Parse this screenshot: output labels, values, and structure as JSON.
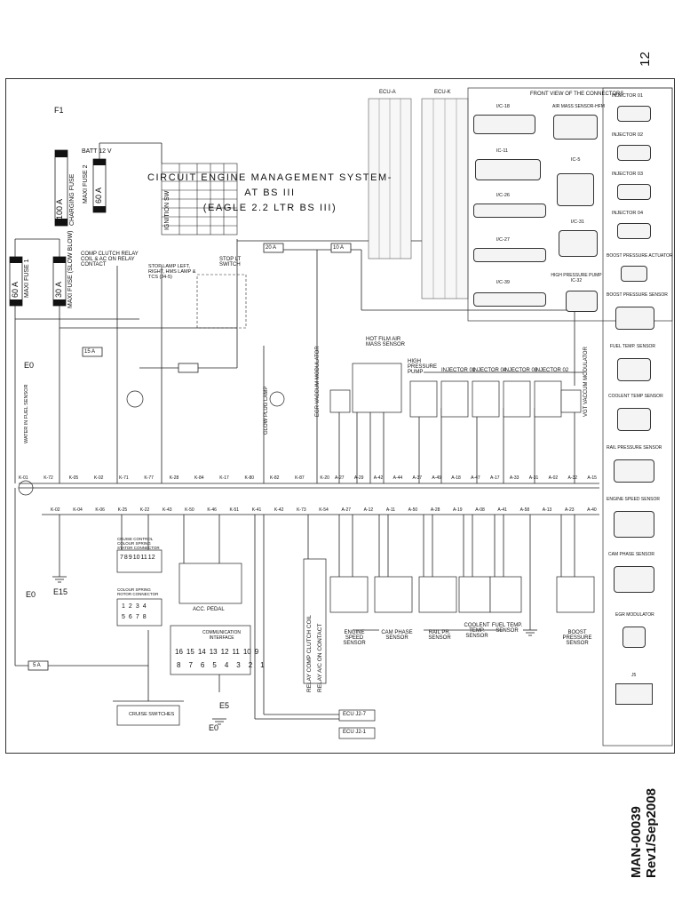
{
  "page": {
    "number": "12",
    "doc_id": "MAN-00039",
    "revision": "Rev1/Sep2008"
  },
  "diagram": {
    "title_line1": "CIRCUIT ENGINE MANAGEMENT SYSTEM-AT BS III",
    "title_line2": "(EAGLE 2.2 LTR BS III)"
  },
  "power": {
    "battery_label": "BATT 12 V",
    "fuse_charging_value": "100 A",
    "fuse_charging_label": "CHARGING FUSE",
    "fuse_maxi2_value": "60 A",
    "fuse_maxi2_label": "MAXI FUSE 2",
    "fuse_maxi1_value": "60 A",
    "fuse_maxi1_label": "MAXI FUSE 1",
    "fuse_maxi_slow_value": "30 A",
    "fuse_maxi_slow_label": "MAXI FUSE (SLOW BLOW)",
    "f1_label": "F1",
    "ground_e0": "E0",
    "ground_e15": "E15",
    "ground_e5": "E5",
    "comp_clutch_note": "COMP CLUTCH RELAY COIL & AC ON RELAY CONTACT",
    "fuse_20a": "20 A",
    "fuse_10a": "10 A",
    "fuse_15a": "15 A",
    "fuse_5a": "5 A"
  },
  "ignition_switch": {
    "label": "IGNITION SW"
  },
  "stop_lamp": {
    "title": "STOP LT SWITCH",
    "note": "STOP LAMP LEFT, RIGHT, HMS LAMP & TCS (J4-5)"
  },
  "ecu_blocks": {
    "ecu_a": "ECU-A",
    "ecu_k": "ECU-K"
  },
  "sensors": {
    "hot_film": "HOT FILM AIR MASS SENSOR",
    "high_pressure_pump": "HIGH PRESSURE PUMP",
    "injectors": [
      "INJECTOR 01",
      "INJECTOR 04",
      "INJECTOR 03",
      "INJECTOR 02"
    ],
    "egr_vacuum": "EGR VACCUM MODULATOR",
    "vgt_vacuum": "VGT VACCUM MODULATOR",
    "glow_plug_lamp": "GLOW PLUG LAMP",
    "engine_speed": "ENGINE SPEED SENSOR",
    "cam_phase": "CAM PHASE SENSOR",
    "rail_pr": "RAIL PR. SENSOR",
    "coolant_temp": "COOLENT TEMP. SENSOR",
    "fuel_temp": "FUEL TEMP. SENSOR",
    "boost_pressure": "BOOST PRESSURE SENSOR",
    "acc_pedal": "ACC. PEDAL",
    "comm_interface": "COMMUNICATION INTERFACE",
    "cruise_switches": "CRUISE SWITCHES",
    "relay_comp": "RELAY COMP CLUTCH COIL",
    "relay_ac": "RELAY A/C ON CONTACT",
    "ecu_j2_7": "ECU J2-7",
    "ecu_j2_1": "ECU J2-1",
    "water_fuel": "WATER IN FUEL SENSOR",
    "cruise_control_left": "CRUISE CONTROL COLOUR SPRING STATOR CONNECTOR",
    "cruise_control_rotor": "COLOUR SPRING ROTOR CONNECTOR"
  },
  "comm_pins": {
    "top": [
      "16",
      "15",
      "14",
      "13",
      "12",
      "11",
      "10",
      "9"
    ],
    "bottom": [
      "8",
      "7",
      "6",
      "5",
      "4",
      "3",
      "2",
      "1"
    ]
  },
  "cruise_pins": {
    "top": [
      "7",
      "8",
      "9",
      "10",
      "11",
      "12"
    ],
    "mid": [
      "1",
      "2",
      "3",
      "4"
    ],
    "bottom": [
      "5",
      "6",
      "7",
      "8"
    ]
  },
  "bus_labels": {
    "k_row": [
      "K-01",
      "K-72",
      "K-05",
      "K-02",
      "K-71",
      "K-77",
      "K-28",
      "K-84",
      "K-17",
      "K-80",
      "K-82",
      "K-87",
      "K-20"
    ],
    "a_row": [
      "A-27",
      "A-29",
      "A-42",
      "A-44",
      "A-37",
      "A-49",
      "A-18",
      "A-47",
      "A-17",
      "A-33",
      "A-31",
      "A-02",
      "A-32",
      "A-15"
    ],
    "lower_row": [
      "K-02",
      "K-04",
      "K-06",
      "K-25",
      "K-22",
      "K-43",
      "K-50",
      "K-46",
      "K-51",
      "K-41",
      "K-42",
      "K-73",
      "K-54",
      "A-27",
      "A-12",
      "A-11",
      "A-50",
      "A-28",
      "A-19",
      "A-08",
      "A-41",
      "A-58",
      "A-13",
      "A-23",
      "A-40"
    ]
  },
  "connectors_panel": {
    "title": "FRONT VIEW OF THE CONNECTORS",
    "left_boxes": [
      "I/C-18",
      "AIR MASS SENSOR-HFM",
      "IC-11",
      "IC-5",
      "I/C-26",
      "I/C-31",
      "I/C-27",
      "HIGH PRESSURE PUMP IC-32",
      "I/C-39"
    ],
    "right_column": [
      "INJECTOR 01",
      "INJECTOR 02",
      "INJECTOR 03",
      "INJECTOR 04",
      "BOOST PRESSURE ACTUATOR",
      "BOOST PRESSURE SENSOR",
      "FUEL TEMP. SENSOR",
      "COOLENT TEMP SENSOR",
      "RAIL PRESSURE SENSOR",
      "ENGINE SPEED SENSOR",
      "CAM PHASE SENSOR",
      "EGR MODULATOR",
      "J5"
    ]
  },
  "colors": {
    "line": "#222222",
    "paper": "#ffffff"
  }
}
